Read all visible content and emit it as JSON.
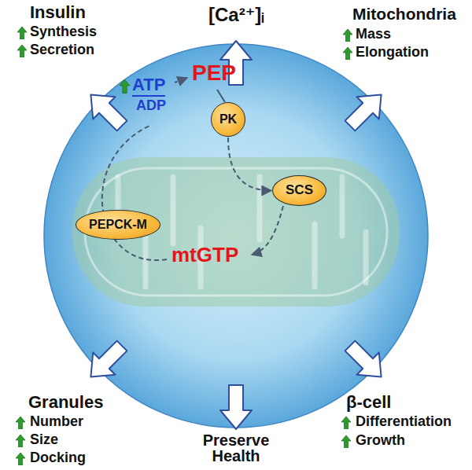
{
  "diagram": {
    "nodes": [
      {
        "text": [
          "PK"
        ]
      },
      {
        "text": [
          "SCS"
        ]
      },
      {
        "text": [
          "PEPCK-M"
        ]
      }
    ],
    "edges": [
      {
        "from": 0,
        "to": 1,
        "arrow": "to"
      }
    ],
    "labels": [
      "Insulin",
      "Synthesis",
      "Secretion",
      "[Ca²⁺]ᵢ",
      "Mitochondria",
      "Mass",
      "Elongation",
      "PEP",
      "ATP",
      "ADP",
      "mtGTP",
      "Granules",
      "Number",
      "Size",
      "Docking",
      "Preserve Health",
      "β-cell",
      "Differentiation",
      "Growth"
    ]
  }
}
